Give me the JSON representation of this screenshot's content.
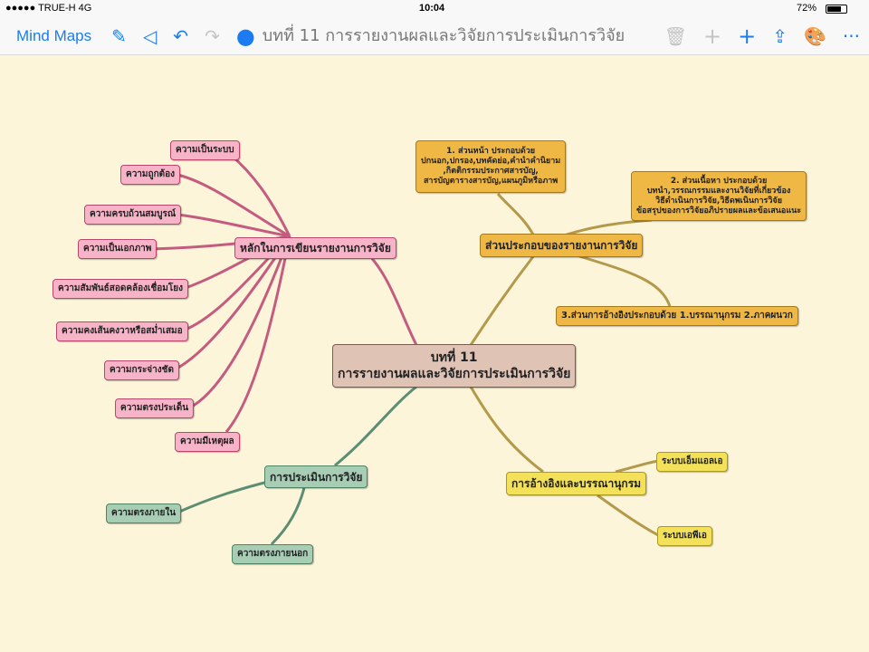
{
  "status": {
    "carrier": "●●●●● TRUE-H  4G",
    "time": "10:04",
    "battery": "72%"
  },
  "toolbar": {
    "back_label": "Mind Maps",
    "title": "บทที่ 11 การรายงานผลและวิจัยการประเมินการวิจัย"
  },
  "map": {
    "root": "บทที่ 11\nการรายงานผลและวิจัยการประเมินการวิจัย",
    "principles": {
      "label": "หลักในการเขียนรายงานการวิจัย",
      "items": [
        "ความเป็นระบบ",
        "ความถูกต้อง",
        "ความครบถ้วนสมบูรณ์",
        "ความเป็นเอกภาพ",
        "ความสัมพันธ์สอดคล้องเชื่อมโยง",
        "ความคงเส้นคงวาหรือสม่ำเสมอ",
        "ความกระจ่างชัด",
        "ความตรงประเด็น",
        "ความมีเหตุผล"
      ]
    },
    "components": {
      "label": "ส่วนประกอบของรายงานการวิจัย",
      "items": [
        "1. ส่วนหน้า ประกอบด้วย\nปกนอก,ปกรอง,บทคัดย่อ,คำนำคำนิยาม\n,กิตติกรรมประกาศสารบัญ,\nสารบัญตารางสารบัญ,แผนภูมิหรือภาพ",
        "2. ส่วนเนื้อหา ประกอบด้วย\nบทนำ,วรรณกรรมและงานวิจัยที่เกี่ยวข้อง\nวิธีดำเนินการวิจัย,วิธีดพเนินการวิจัย\nข้อสรุปของการวิจัยอภิปรายผลและข้อเสนอแนะ",
        "3.ส่วนการอ้างอิงประกอบด้วย 1.บรรณานุกรม 2.ภาคผนวก"
      ]
    },
    "evaluation": {
      "label": "การประเมินการวิจัย",
      "items": [
        "ความตรงภายใน",
        "ความตรงภายนอก"
      ]
    },
    "citation": {
      "label": "การอ้างอิงและบรรณานุกรม",
      "items": [
        "ระบบเอ็มแอลเอ",
        "ระบบเอพีเอ"
      ]
    }
  },
  "colors": {
    "pink": "#f7b3c8",
    "orange": "#efb845",
    "green": "#a7cdb4",
    "yellow": "#f3e15a",
    "root": "#dfc3b5",
    "background": "#fdf5da",
    "accent": "#1a7cf0"
  }
}
